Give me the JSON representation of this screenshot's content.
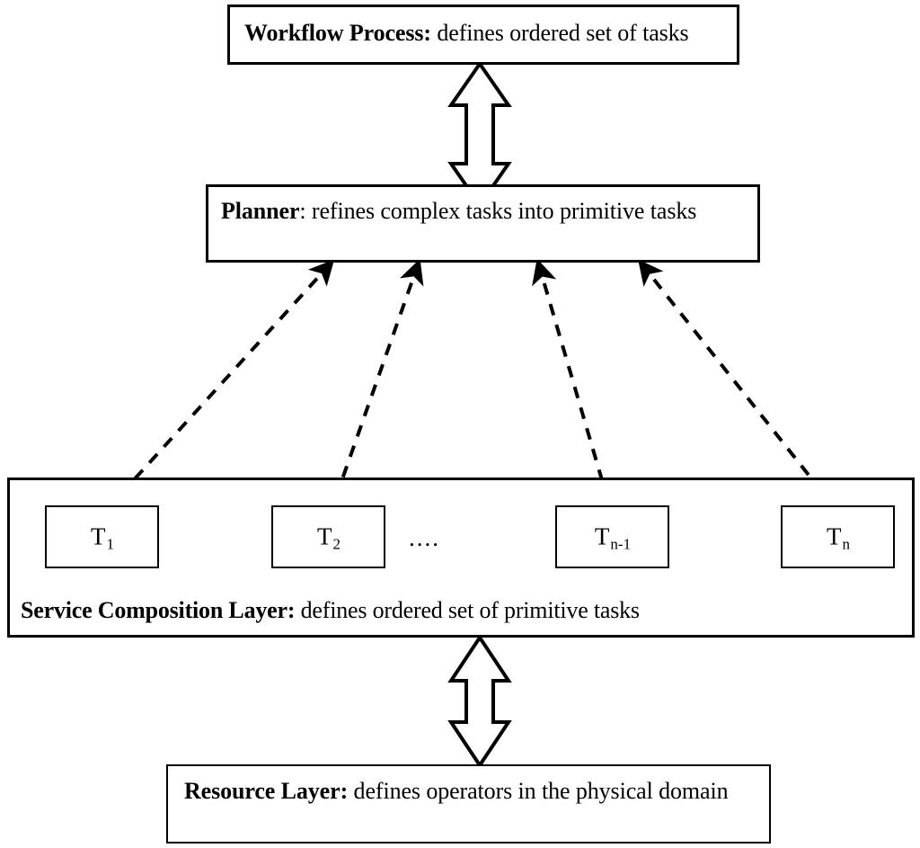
{
  "diagram": {
    "title_nodes": {
      "workflow": {
        "lead": "Workflow Process:",
        "rest": " defines ordered set of tasks"
      },
      "planner": {
        "lead": "Planner",
        "rest": ": refines complex tasks into primitive tasks"
      },
      "service_layer": {
        "lead": "Service Composition Layer:",
        "rest": " defines ordered set of primitive tasks"
      },
      "resource": {
        "lead": "Resource Layer:",
        "rest": " defines operators in the physical domain"
      }
    },
    "tasks": [
      {
        "base": "T",
        "sub": "1"
      },
      {
        "base": "T",
        "sub": "2"
      },
      {
        "base": "T",
        "sub": "n-1"
      },
      {
        "base": "T",
        "sub": "n"
      }
    ],
    "ellipsis": "....",
    "connectors": {
      "workflow_planner": "double-headed-hollow-vertical-arrow",
      "service_resource": "double-headed-hollow-vertical-arrow",
      "planner_tasks": "dashed-double-headed-arrow",
      "task_sequence": "thick-solid-right-arrow"
    },
    "colors": {
      "stroke": "#000000",
      "fill": "#ffffff",
      "background": "#ffffff"
    }
  }
}
